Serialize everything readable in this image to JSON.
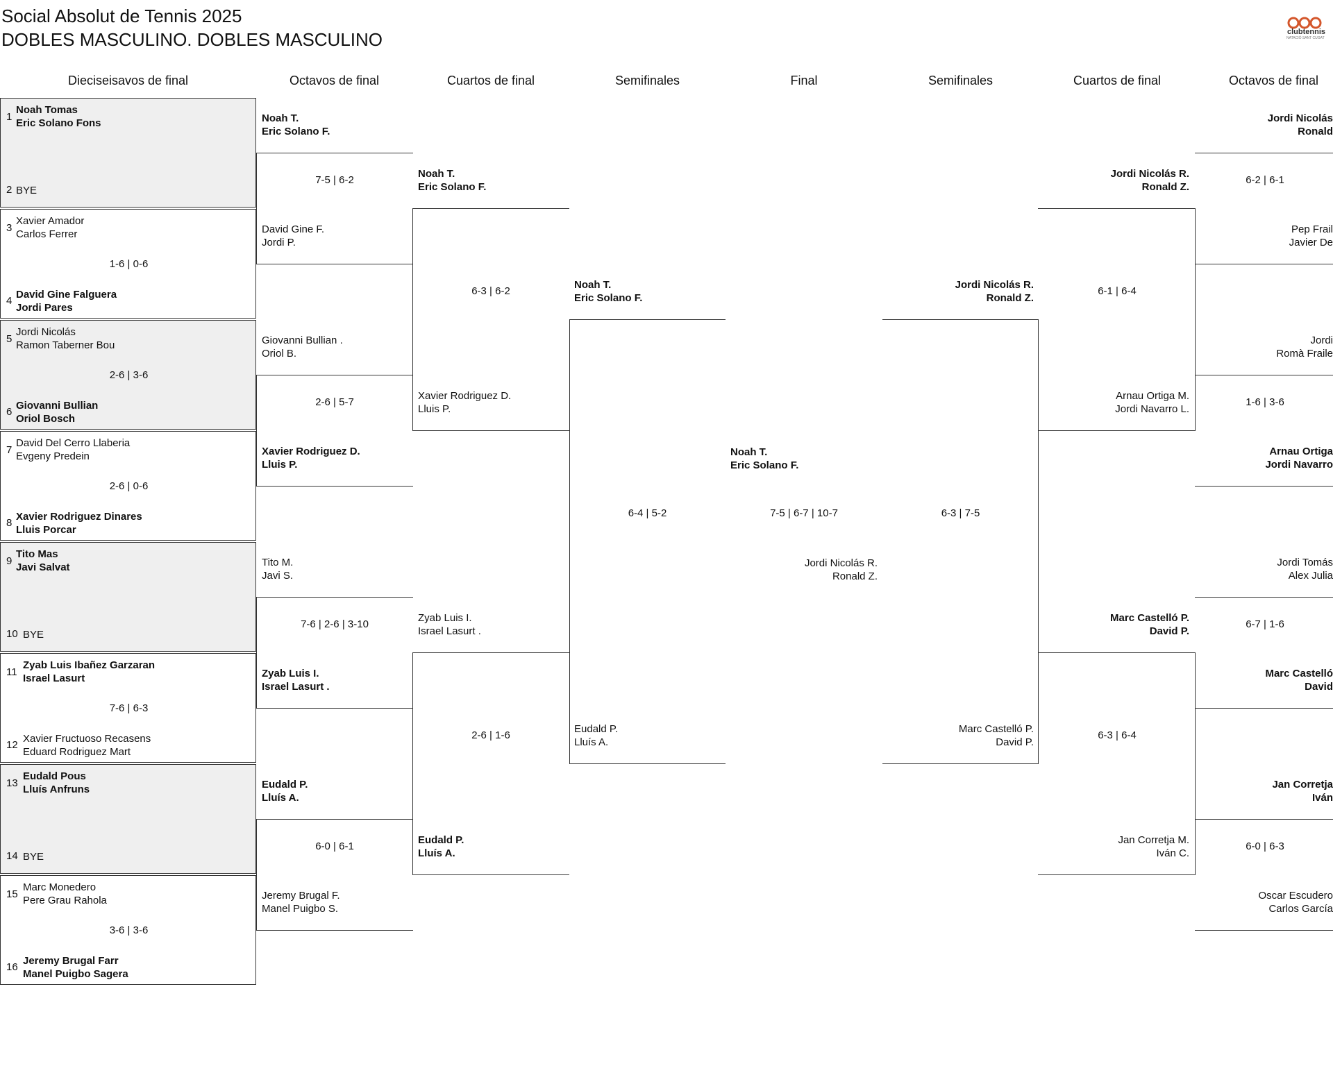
{
  "header": {
    "title": "Social Absolut de Tennis 2025",
    "subtitle": "DOBLES MASCULINO. DOBLES MASCULINO",
    "logo_line1": "clubtennis",
    "logo_line2": "NATACIÓ SANT CUGAT"
  },
  "rounds": {
    "r1": "Dieciseisavos de final",
    "r2": "Octavos de final",
    "r3": "Cuartos de final",
    "r4": "Semifinales",
    "final": "Final",
    "r4b": "Semifinales",
    "r3b": "Cuartos de final",
    "r2b": "Octavos de final"
  },
  "first_round": [
    {
      "top_seed": "1",
      "top_a": "Noah Tomas",
      "top_b": "Eric Solano Fons",
      "score": "",
      "bottom_seed": "2",
      "bottom_a": "BYE",
      "bottom_b": ""
    },
    {
      "top_seed": "3",
      "top_a": "Xavier Amador",
      "top_b": "Carlos Ferrer",
      "score": "1-6 | 0-6",
      "bottom_seed": "4",
      "bottom_a": "David Gine Falguera",
      "bottom_b": "Jordi Pares"
    },
    {
      "top_seed": "5",
      "top_a": "Jordi Nicolás",
      "top_b": "Ramon Taberner Bou",
      "score": "2-6 | 3-6",
      "bottom_seed": "6",
      "bottom_a": "Giovanni Bullian",
      "bottom_b": "Oriol Bosch"
    },
    {
      "top_seed": "7",
      "top_a": "David Del Cerro Llaberia",
      "top_b": "Evgeny Predein",
      "score": "2-6 | 0-6",
      "bottom_seed": "8",
      "bottom_a": "Xavier Rodriguez Dinares",
      "bottom_b": "Lluis Porcar"
    },
    {
      "top_seed": "9",
      "top_a": "Tito Mas",
      "top_b": "Javi Salvat",
      "score": "",
      "bottom_seed": "10",
      "bottom_a": "BYE",
      "bottom_b": ""
    },
    {
      "top_seed": "11",
      "top_a": "Zyab Luis Ibañez Garzaran",
      "top_b": "Israel Lasurt",
      "score": "7-6 | 6-3",
      "bottom_seed": "12",
      "bottom_a": "Xavier Fructuoso Recasens",
      "bottom_b": "Eduard Rodriguez Mart"
    },
    {
      "top_seed": "13",
      "top_a": "Eudald Pous",
      "top_b": "Lluís Anfruns",
      "score": "",
      "bottom_seed": "14",
      "bottom_a": "BYE",
      "bottom_b": ""
    },
    {
      "top_seed": "15",
      "top_a": "Marc Monedero",
      "top_b": "Pere Grau Rahola",
      "score": "3-6 | 3-6",
      "bottom_seed": "16",
      "bottom_a": "Jeremy Brugal Farr",
      "bottom_b": "Manel Puigbo Sagera"
    }
  ],
  "round2_left": [
    {
      "a": "Noah T.",
      "b": "Eric Solano F."
    },
    {
      "a": "David Gine F.",
      "b": "Jordi P."
    },
    {
      "a": "Giovanni Bullian .",
      "b": "Oriol B."
    },
    {
      "a": "Xavier Rodriguez D.",
      "b": "Lluis P."
    },
    {
      "a": "Tito M.",
      "b": "Javi S."
    },
    {
      "a": "Zyab Luis I.",
      "b": "Israel Lasurt ."
    },
    {
      "a": "Eudald P.",
      "b": "Lluís A."
    },
    {
      "a": "Jeremy Brugal F.",
      "b": "Manel Puigbo S."
    }
  ],
  "round2_left_scores": [
    "7-5 | 6-2",
    "2-6 | 5-7",
    "7-6 | 2-6 | 3-10",
    "6-0 | 6-1"
  ],
  "qf_left": [
    {
      "a": "Noah T.",
      "b": "Eric Solano F."
    },
    {
      "a": "Xavier Rodriguez D.",
      "b": "Lluis P."
    },
    {
      "a": "Zyab Luis I.",
      "b": "Israel Lasurt ."
    },
    {
      "a": "Eudald P.",
      "b": "Lluís A."
    }
  ],
  "qf_left_scores": [
    "6-3 | 6-2",
    "2-6 | 1-6"
  ],
  "sf_left": [
    {
      "a": "Noah T.",
      "b": "Eric Solano F."
    },
    {
      "a": "Eudald P.",
      "b": "Lluís A."
    }
  ],
  "sf_left_score": "6-4 | 5-2",
  "final": {
    "left": {
      "a": "Noah T.",
      "b": "Eric Solano F."
    },
    "right": {
      "a": "Jordi Nicolás R.",
      "b": "Ronald Z."
    },
    "score": "7-5 | 6-7 | 10-7"
  },
  "sf_right": [
    {
      "a": "Jordi Nicolás R.",
      "b": "Ronald Z."
    },
    {
      "a": "Marc Castelló P.",
      "b": "David P."
    }
  ],
  "sf_right_score": "6-3 | 7-5",
  "qf_right": [
    {
      "a": "Jordi Nicolás R.",
      "b": "Ronald Z."
    },
    {
      "a": "Arnau Ortiga M.",
      "b": "Jordi Navarro L."
    },
    {
      "a": "Marc Castelló P.",
      "b": "David P."
    },
    {
      "a": "Jan Corretja M.",
      "b": "Iván C."
    }
  ],
  "qf_right_scores": [
    "6-1 | 6-4",
    "6-3 | 6-4"
  ],
  "round2_right": [
    {
      "a": "Jordi Nicolás",
      "b": "Ronald"
    },
    {
      "a": "Pep Frail",
      "b": "Javier De"
    },
    {
      "a": "Jordi",
      "b": "Romà Fraile"
    },
    {
      "a": "Arnau Ortiga",
      "b": "Jordi Navarro"
    },
    {
      "a": "Jordi Tomás",
      "b": "Alex Julia"
    },
    {
      "a": "Marc Castelló",
      "b": "David"
    },
    {
      "a": "Jan Corretja",
      "b": "Iván"
    },
    {
      "a": "Oscar Escudero",
      "b": "Carlos García"
    }
  ],
  "round2_right_scores": [
    "6-2 | 6-1",
    "1-6 | 3-6",
    "6-7 | 1-6",
    "6-0 | 6-3"
  ]
}
